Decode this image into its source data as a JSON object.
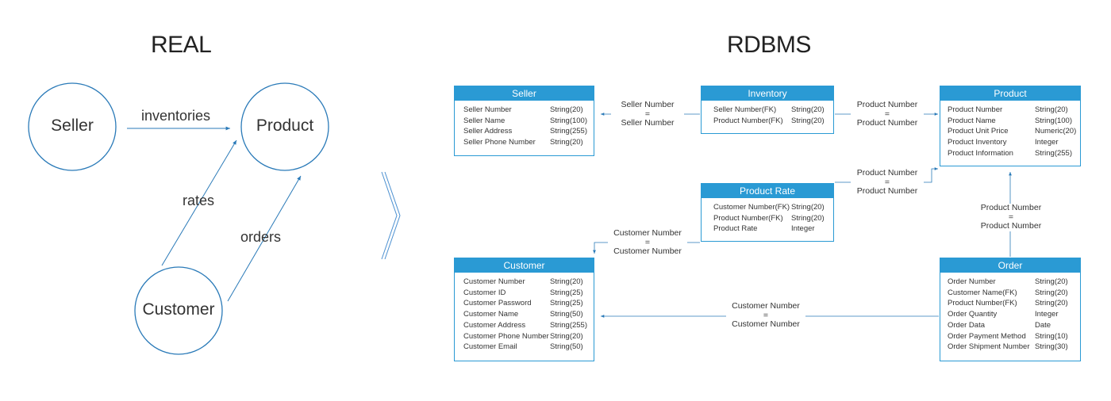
{
  "headings": {
    "real": "REAL",
    "rdbms": "RDBMS"
  },
  "real": {
    "nodes": {
      "seller": "Seller",
      "product": "Product",
      "customer": "Customer"
    },
    "relations": {
      "inventories": "inventories",
      "rates": "rates",
      "orders": "orders"
    }
  },
  "colors": {
    "accent": "#2a9ad4",
    "line": "#2a7ab8",
    "chevron": "#4a8fd0"
  },
  "tables": {
    "seller": {
      "title": "Seller",
      "fields": [
        {
          "name": "Seller Number",
          "type": "String(20)"
        },
        {
          "name": "Seller Name",
          "type": "String(100)"
        },
        {
          "name": "Seller Address",
          "type": "String(255)"
        },
        {
          "name": "Seller  Phone Number",
          "type": "String(20)"
        }
      ]
    },
    "inventory": {
      "title": "Inventory",
      "fields": [
        {
          "name": "Seller Number(FK)",
          "type": "String(20)"
        },
        {
          "name": "Product Number(FK)",
          "type": "String(20)"
        }
      ]
    },
    "product": {
      "title": "Product",
      "fields": [
        {
          "name": "Product Number",
          "type": "String(20)"
        },
        {
          "name": "Product Name",
          "type": "String(100)"
        },
        {
          "name": "Product Unit Price",
          "type": "Numeric(20)"
        },
        {
          "name": "Product Inventory",
          "type": "Integer"
        },
        {
          "name": "Product Information",
          "type": "String(255)"
        }
      ]
    },
    "product_rate": {
      "title": "Product Rate",
      "fields": [
        {
          "name": "Customer Number(FK)",
          "type": "String(20)"
        },
        {
          "name": "Product Number(FK)",
          "type": "String(20)"
        },
        {
          "name": "Product Rate",
          "type": "Integer"
        }
      ]
    },
    "customer": {
      "title": "Customer",
      "fields": [
        {
          "name": "Customer Number",
          "type": "String(20)"
        },
        {
          "name": "Customer ID",
          "type": "String(25)"
        },
        {
          "name": "Customer Password",
          "type": "String(25)"
        },
        {
          "name": "Customer Name",
          "type": "String(50)"
        },
        {
          "name": "Customer Address",
          "type": "String(255)"
        },
        {
          "name": "Customer Phone Number",
          "type": "String(20)"
        },
        {
          "name": "Customer Email",
          "type": "String(50)"
        }
      ]
    },
    "order": {
      "title": "Order",
      "fields": [
        {
          "name": "Order Number",
          "type": "String(20)"
        },
        {
          "name": "Customer Name(FK)",
          "type": "String(20)"
        },
        {
          "name": "Product Number(FK)",
          "type": "String(20)"
        },
        {
          "name": "Order Quantity",
          "type": "Integer"
        },
        {
          "name": "Order Data",
          "type": "Date"
        },
        {
          "name": "Order Payment Method",
          "type": "String(10)"
        },
        {
          "name": "Order Shipment Number",
          "type": "String(30)"
        }
      ]
    }
  },
  "joins": {
    "seller_inventory": {
      "top": "Seller Number",
      "eq": "=",
      "bottom": "Seller Number"
    },
    "inventory_product": {
      "top": "Product Number",
      "eq": "=",
      "bottom": "Product Number"
    },
    "rate_product": {
      "top": "Product Number",
      "eq": "=",
      "bottom": "Product Number"
    },
    "order_product": {
      "top": "Product Number",
      "eq": "=",
      "bottom": "Product Number"
    },
    "rate_customer": {
      "top": "Customer Number",
      "eq": "=",
      "bottom": "Customer Number"
    },
    "order_customer": {
      "top": "Customer Number",
      "eq": "=",
      "bottom": "Customer Number"
    }
  }
}
